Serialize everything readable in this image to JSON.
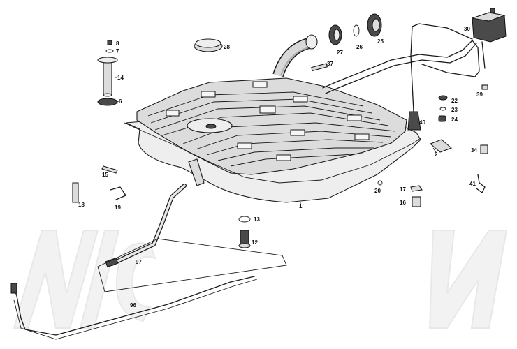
{
  "callouts": [
    {
      "id": "c1",
      "text": "1"
    },
    {
      "id": "c2",
      "text": "2"
    },
    {
      "id": "c6",
      "text": "6"
    },
    {
      "id": "c7",
      "text": "7"
    },
    {
      "id": "c8",
      "text": "8"
    },
    {
      "id": "c12",
      "text": "12"
    },
    {
      "id": "c13",
      "text": "13"
    },
    {
      "id": "c14",
      "text": "14"
    },
    {
      "id": "c15",
      "text": "15"
    },
    {
      "id": "c16",
      "text": "16"
    },
    {
      "id": "c17",
      "text": "17"
    },
    {
      "id": "c18",
      "text": "18"
    },
    {
      "id": "c19",
      "text": "19"
    },
    {
      "id": "c20",
      "text": "20"
    },
    {
      "id": "c22",
      "text": "22"
    },
    {
      "id": "c23",
      "text": "23"
    },
    {
      "id": "c24",
      "text": "24"
    },
    {
      "id": "c25",
      "text": "25"
    },
    {
      "id": "c26",
      "text": "26"
    },
    {
      "id": "c27",
      "text": "27"
    },
    {
      "id": "c28",
      "text": "28"
    },
    {
      "id": "c30",
      "text": "30"
    },
    {
      "id": "c34",
      "text": "34"
    },
    {
      "id": "c37",
      "text": "37"
    },
    {
      "id": "c39",
      "text": "39"
    },
    {
      "id": "c40",
      "text": "40"
    },
    {
      "id": "c41",
      "text": "41"
    },
    {
      "id": "c96",
      "text": "96"
    },
    {
      "id": "c97",
      "text": "97"
    }
  ]
}
